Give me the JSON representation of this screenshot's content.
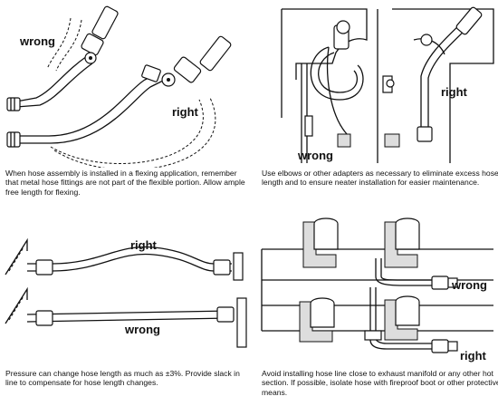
{
  "panels": [
    {
      "labels": [
        "wrong",
        "right"
      ],
      "caption": "When hose assembly is installed in a flexing application, remember that metal hose fittings are not part of the flexible portion. Allow ample free length for flexing."
    },
    {
      "labels": [
        "wrong",
        "right"
      ],
      "caption": "Use elbows or other adapters as necessary to eliminate excess hose length and to ensure neater installation for easier maintenance."
    },
    {
      "labels": [
        "right",
        "wrong"
      ],
      "caption": "Pressure can change hose length as much as ±3%. Provide slack in line to compensate for hose length changes."
    },
    {
      "labels": [
        "wrong",
        "right"
      ],
      "caption": "Avoid installing hose line close to exhaust manifold or any other hot section. If possible, isolate hose with fireproof boot or other protective means."
    }
  ]
}
